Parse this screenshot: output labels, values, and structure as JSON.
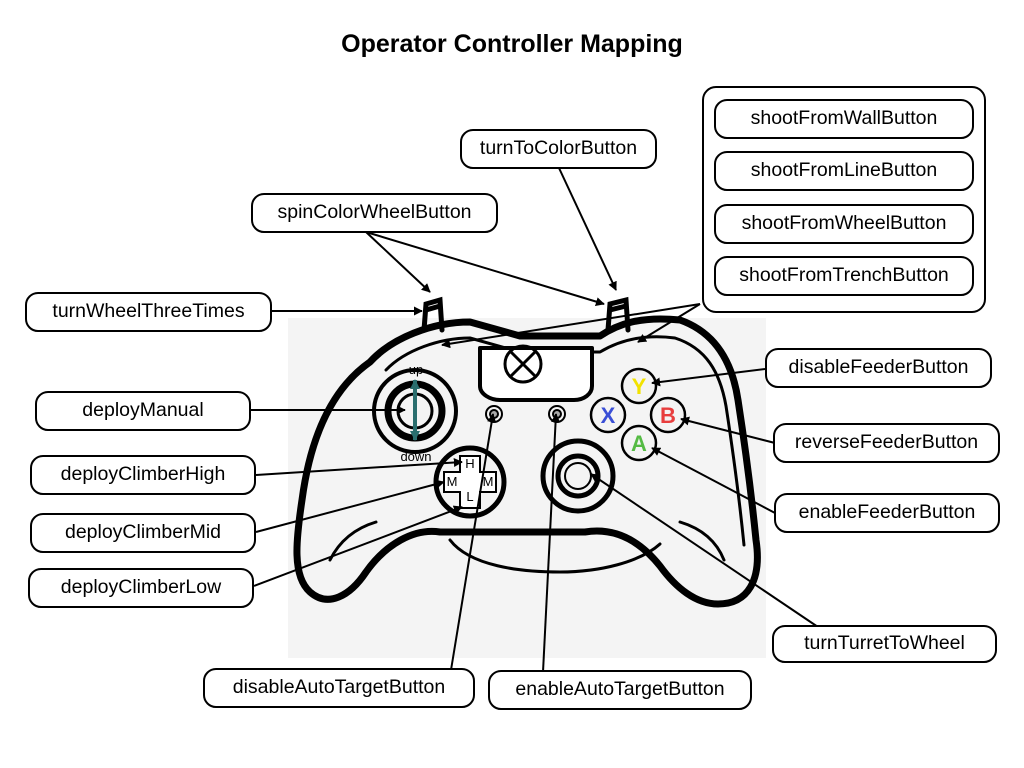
{
  "title": "Operator Controller Mapping",
  "labels": {
    "turn_to_color": "turnToColorButton",
    "spin_color_wheel": "spinColorWheelButton",
    "turn_wheel_three": "turnWheelThreeTimes",
    "shoot_wall": "shootFromWallButton",
    "shoot_line": "shootFromLineButton",
    "shoot_wheel": "shootFromWheelButton",
    "shoot_trench": "shootFromTrenchButton",
    "deploy_manual": "deployManual",
    "deploy_high": "deployClimberHigh",
    "deploy_mid": "deployClimberMid",
    "deploy_low": "deployClimberLow",
    "disable_feeder": "disableFeederButton",
    "reverse_feeder": "reverseFeederButton",
    "enable_feeder": "enableFeederButton",
    "turn_turret": "turnTurretToWheel",
    "disable_auto": "disableAutoTargetButton",
    "enable_auto": "enableAutoTargetButton"
  },
  "controller": {
    "stick_up": "up",
    "stick_down": "down",
    "dpad_high": "H",
    "dpad_mid_left": "M",
    "dpad_mid_right": "M",
    "dpad_low": "L",
    "btn_y": "Y",
    "btn_x": "X",
    "btn_b": "B",
    "btn_a": "A"
  },
  "colors": {
    "y": "#f2e200",
    "x": "#3a4fd6",
    "b": "#e83e3e",
    "a": "#55bb44",
    "stick_arrow": "#2a6e6e"
  }
}
